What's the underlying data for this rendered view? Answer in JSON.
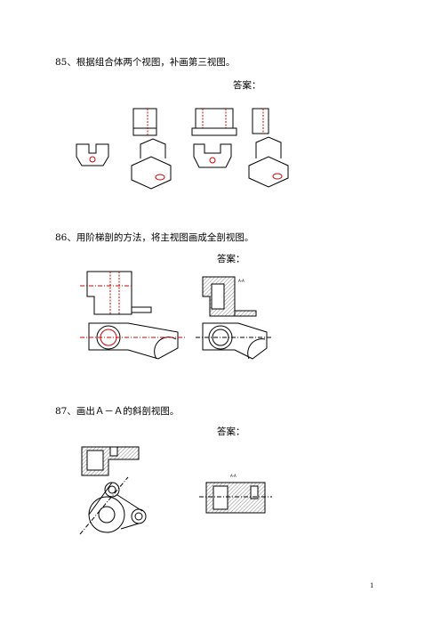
{
  "questions": [
    {
      "text": "85、根据组合体两个视图，补画第三视图。",
      "answer_label": "答案："
    },
    {
      "text": "86、用阶梯剖的方法，将主视图画成全剖视图。",
      "answer_label": "答案："
    },
    {
      "text": "87、画出Ａ－Ａ的斜剖视图。",
      "answer_label": "答案："
    }
  ],
  "section_labels": {
    "q86": "A-A",
    "q87": "A-A"
  },
  "page_number": "1",
  "colors": {
    "line": "#000000",
    "hidden": "#d00000",
    "hatch": "#333333"
  }
}
